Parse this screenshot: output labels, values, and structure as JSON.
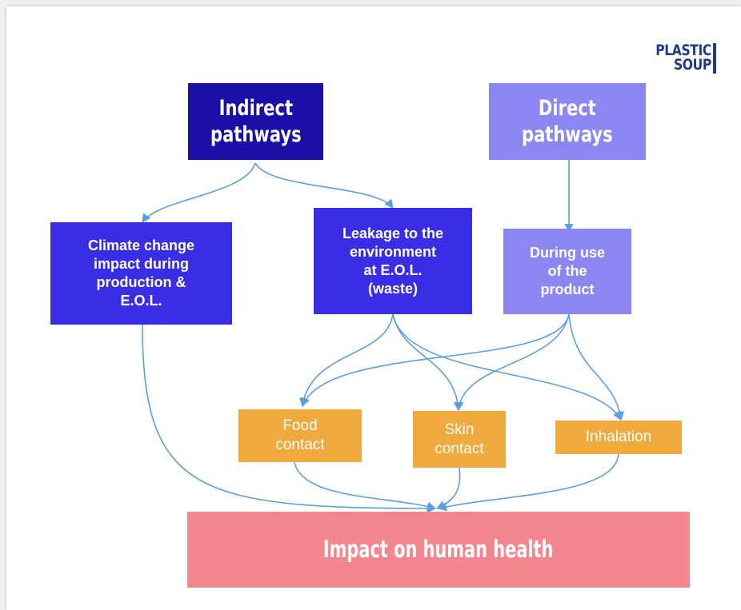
{
  "logo": {
    "line1": "PLASTIC",
    "line2": "SOUP"
  },
  "nodes": {
    "indirect": "Indirect\npathways",
    "direct": "Direct\npathways",
    "climate": "Climate change\nimpact during\nproduction &\nE.O.L.",
    "leakage": "Leakage to the\nenvironment\nat E.O.L.\n(waste)",
    "during_use": "During use\nof the\nproduct",
    "food": "Food\ncontact",
    "skin": "Skin\ncontact",
    "inhalation": "Inhalation",
    "impact": "Impact on human health"
  },
  "colors": {
    "indirect": "#1b0fa8",
    "direct": "#8b86f1",
    "climate": "#3a2de6",
    "leakage": "#3a2de6",
    "during_use": "#8b86f1",
    "exposure": "#efa93c",
    "impact": "#f4868f",
    "arrow": "#5a9fe0"
  }
}
